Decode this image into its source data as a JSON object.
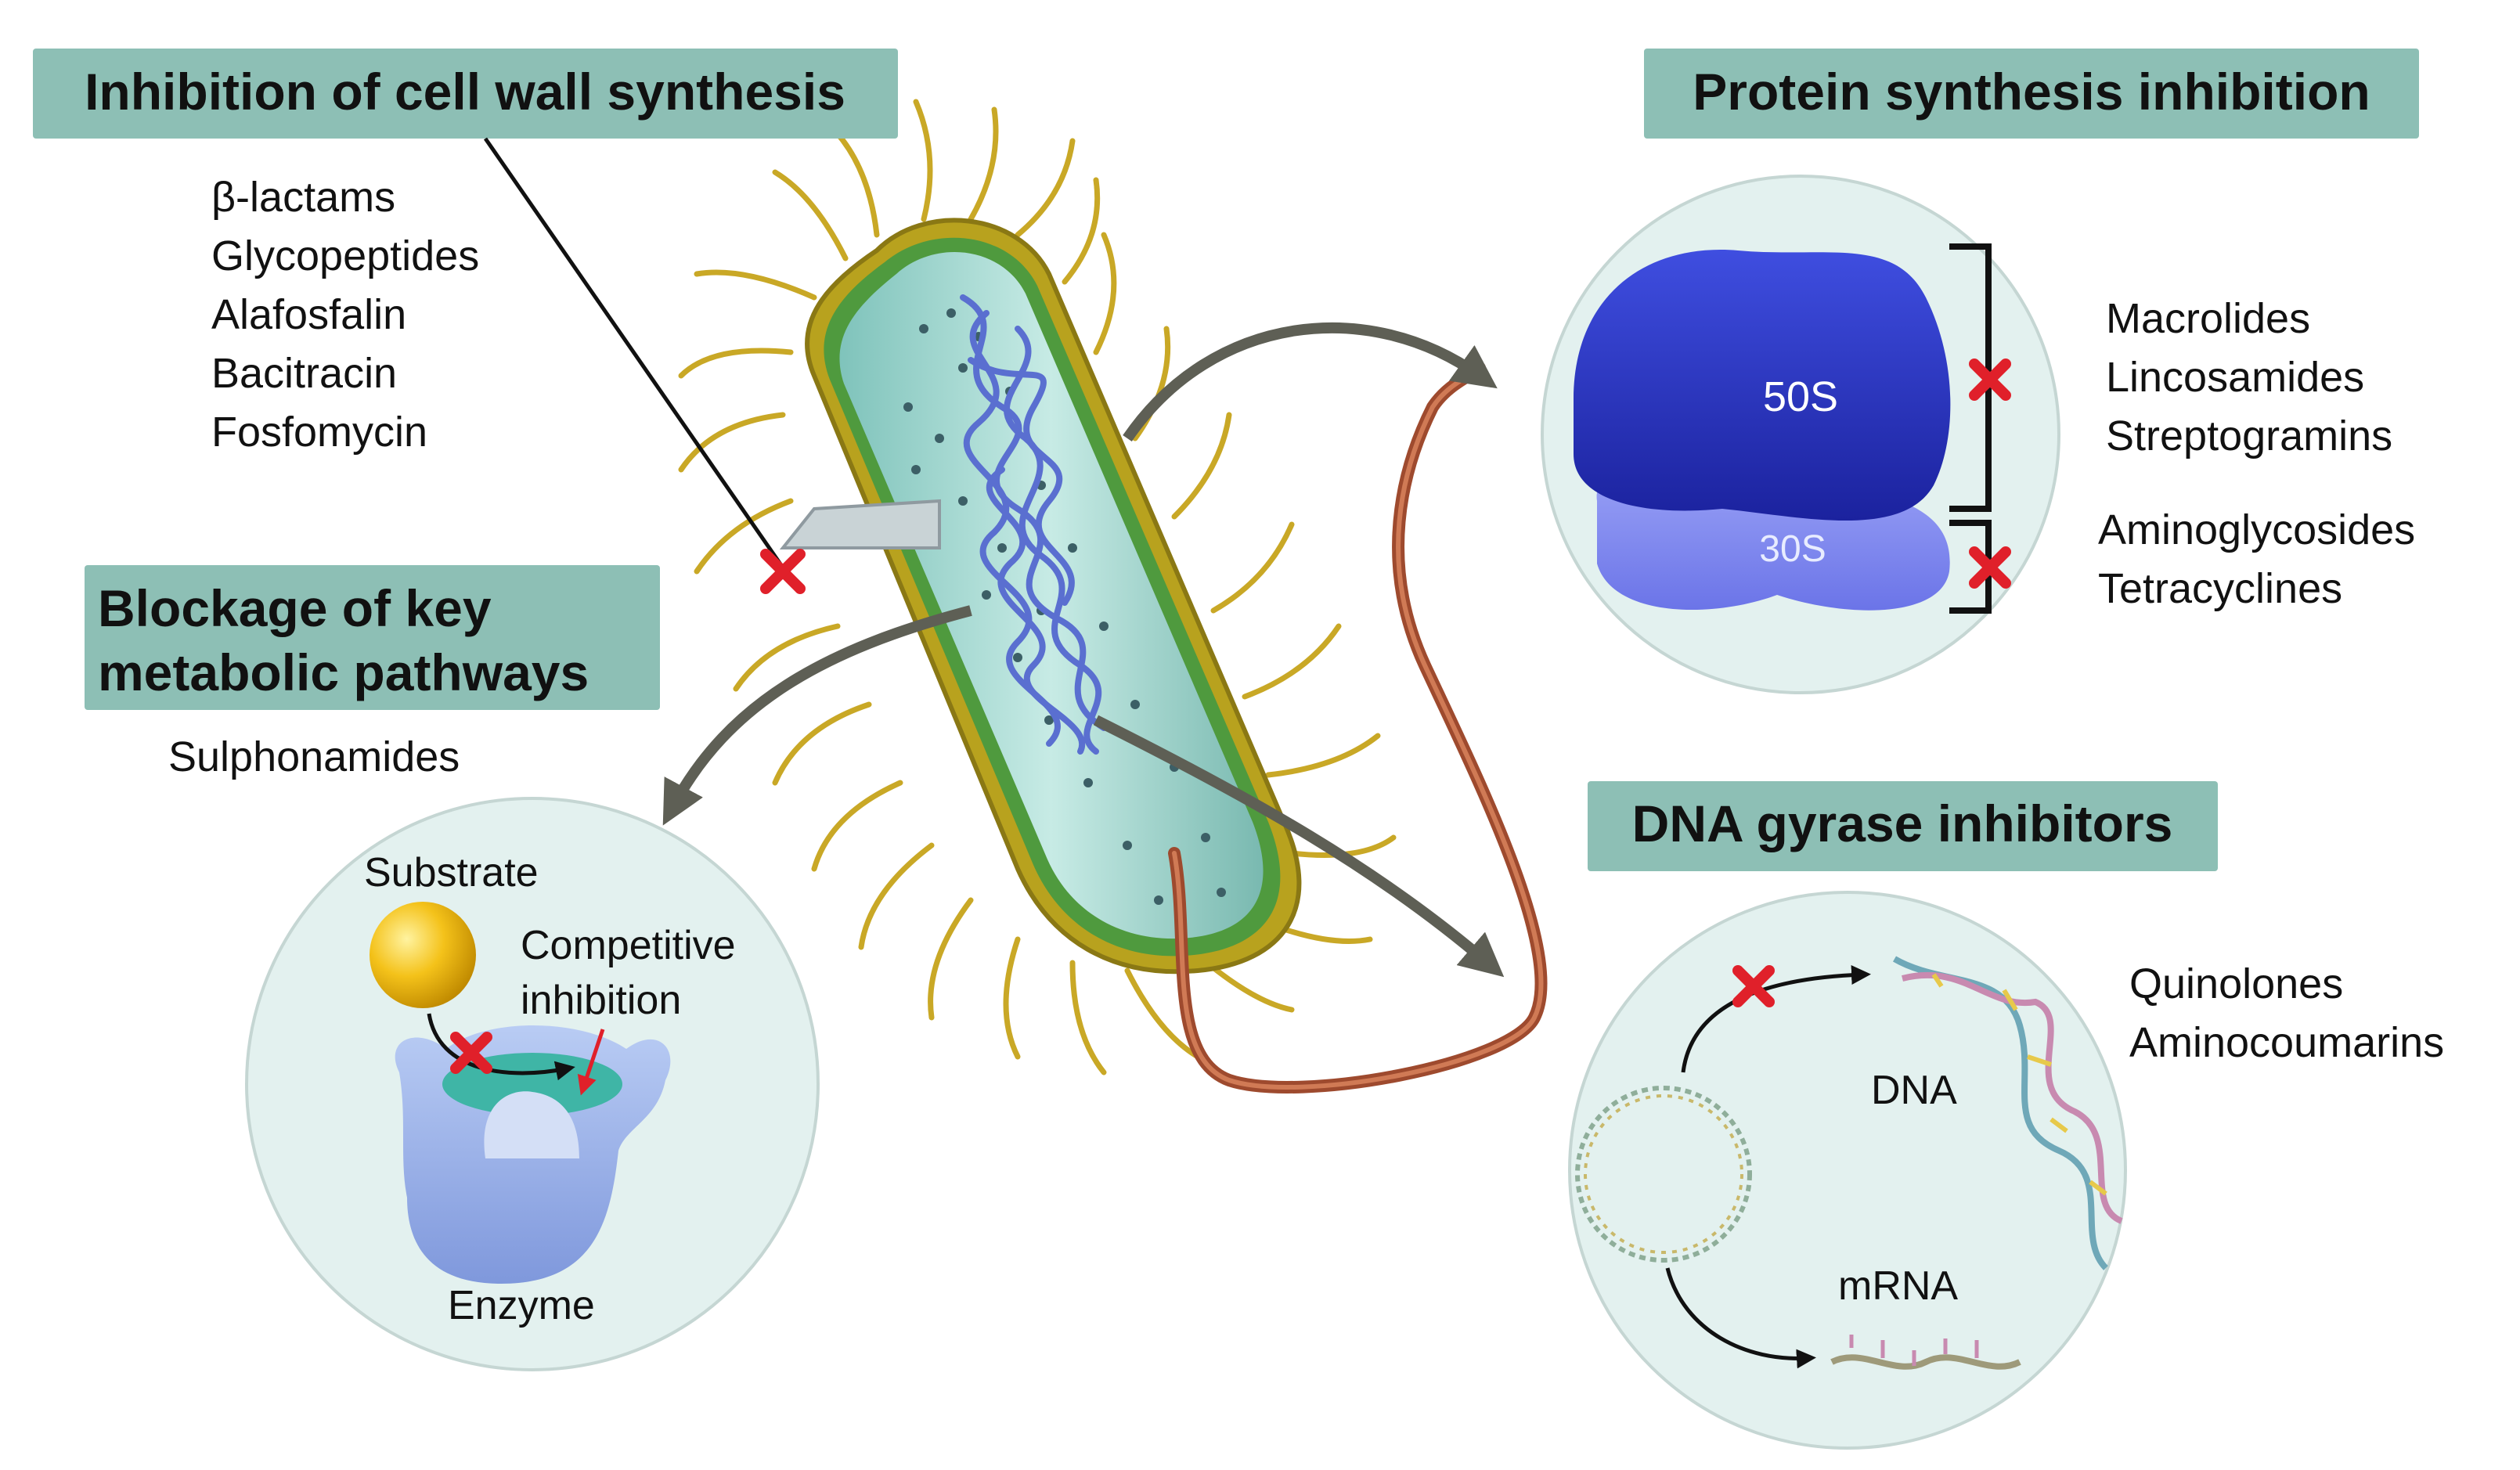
{
  "panels": {
    "cell_wall": {
      "title": "Inhibition of cell wall synthesis",
      "drugs": [
        "β-lactams",
        "Glycopeptides",
        "Alafosfalin",
        "Bacitracin",
        "Fosfomycin"
      ]
    },
    "protein": {
      "title": "Protein synthesis inhibition",
      "subunit_large": "50S",
      "subunit_small": "30S",
      "drugs_50s": [
        "Macrolides",
        "Lincosamides",
        "Streptogramins"
      ],
      "drugs_30s": [
        "Aminoglycosides",
        "Tetracyclines"
      ]
    },
    "metabolic": {
      "title_line1": "Blockage of key",
      "title_line2": "metabolic pathways",
      "drugs": [
        "Sulphonamides"
      ],
      "substrate_label": "Substrate",
      "inhibition_line1": "Competitive",
      "inhibition_line2": "inhibition",
      "enzyme_label": "Enzyme"
    },
    "dna_gyrase": {
      "title": "DNA gyrase inhibitors",
      "drugs": [
        "Quinolones",
        "Aminocoumarins"
      ],
      "dna_label": "DNA",
      "mrna_label": "mRNA"
    }
  },
  "colors": {
    "title_box": "#8dbfb5",
    "circle_fill": "#e3f1ef",
    "arrow": "#5e5f55",
    "inhibit_mark": "#e0202a",
    "ribosome_50s": "#2a35c8",
    "ribosome_30s": "#7d86f0",
    "cell_body": "#9fd3cc",
    "dna_strand": "#5a6fd0",
    "pili": "#c9a826",
    "flagellum": "#b05a3a"
  }
}
